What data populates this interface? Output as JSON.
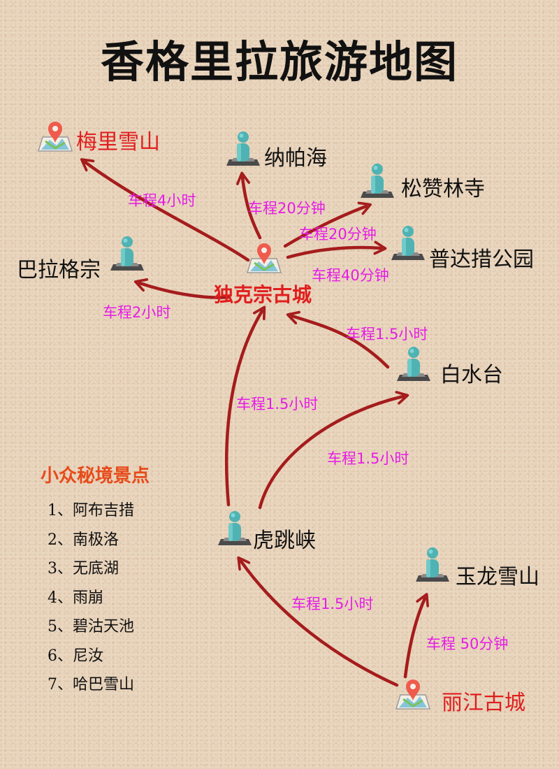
{
  "title": "香格里拉旅游地图",
  "colors": {
    "arrow": "#a51c1c",
    "route_text": "#e61ce6",
    "red_label": "#e01e1e",
    "person_icon": "#4fb3b3",
    "pin": "#ef5b4c",
    "side_title": "#e74b1a"
  },
  "places": {
    "meili": {
      "name": "梅里雪山",
      "icon": "map-pin-icon"
    },
    "napahai": {
      "name": "纳帕海",
      "icon": "person-statue-icon"
    },
    "songzanlin": {
      "name": "松赞林寺",
      "icon": "person-statue-icon"
    },
    "pudacuo": {
      "name": "普达措公园",
      "icon": "person-statue-icon"
    },
    "balagezong": {
      "name": "巴拉格宗",
      "icon": "person-statue-icon"
    },
    "dukezong": {
      "name": "独克宗古城",
      "icon": "map-pin-icon"
    },
    "baishuitai": {
      "name": "白水台",
      "icon": "person-statue-icon"
    },
    "hutiaoxia": {
      "name": "虎跳峡",
      "icon": "person-statue-icon"
    },
    "yulong": {
      "name": "玉龙雪山",
      "icon": "person-statue-icon"
    },
    "lijiang": {
      "name": "丽江古城",
      "icon": "map-pin-icon"
    }
  },
  "routes": {
    "meili": "车程4小时",
    "napahai": "车程20分钟",
    "songzanlin": "车程20分钟",
    "pudacuo": "车程40分钟",
    "balagezong": "车程2小时",
    "baishuitai_dukezong": "车程1.5小时",
    "hutiaoxia_dukezong": "车程1.5小时",
    "hutiaoxia_baishuitai": "车程1.5小时",
    "lijiang_hutiaoxia": "车程1.5小时",
    "lijiang_yulong": "车程 50分钟"
  },
  "hidden_spots": {
    "title": "小众秘境景点",
    "items": [
      "1、阿布吉措",
      "2、南极洛",
      "3、无底湖",
      "4、雨崩",
      "5、碧沽天池",
      "6、尼汝",
      "7、哈巴雪山"
    ]
  }
}
